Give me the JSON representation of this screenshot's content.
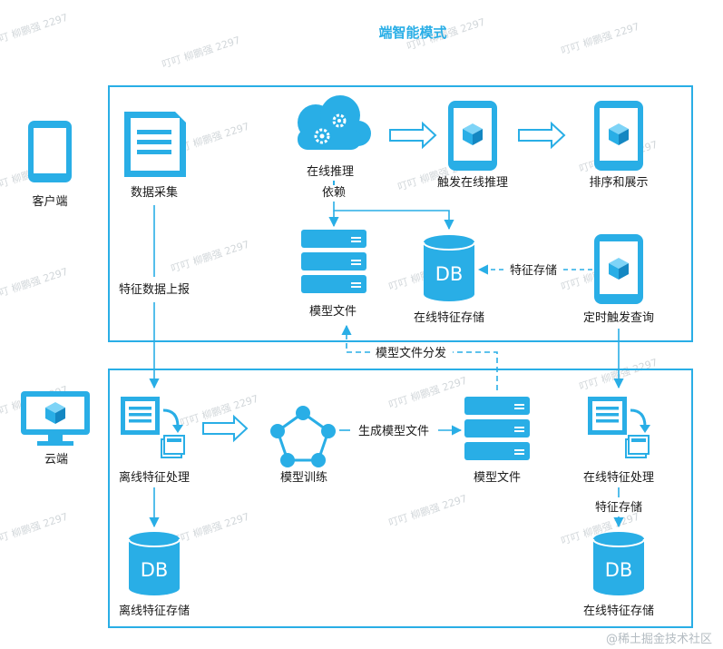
{
  "title": "端智能模式",
  "colors": {
    "accent": "#29aee6",
    "line": "#29aee6",
    "panel_border": "#29aee6"
  },
  "sections": {
    "client_label": "客户端",
    "cloud_label": "云端"
  },
  "client_nodes": {
    "data_collect": "数据采集",
    "online_infer": "在线推理",
    "trigger_infer": "触发在线推理",
    "rank_display": "排序和展示",
    "model_file": "模型文件",
    "online_feature_store": "在线特征存储",
    "timed_query": "定时触发查询",
    "db": "DB"
  },
  "cloud_nodes": {
    "offline_process": "离线特征处理",
    "model_train": "模型训练",
    "model_file": "模型文件",
    "online_process": "在线特征处理",
    "offline_store": "离线特征存储",
    "online_store": "在线特征存储",
    "db": "DB"
  },
  "edges": {
    "depend": "依赖",
    "feature_report": "特征数据上报",
    "feature_store_client": "特征存储",
    "model_distribute": "模型文件分发",
    "gen_model_file": "生成模型文件",
    "feature_store_cloud": "特征存储"
  },
  "watermark": {
    "text": "叮叮 柳鹏强 2297",
    "footer": "@稀土掘金技术社区"
  }
}
